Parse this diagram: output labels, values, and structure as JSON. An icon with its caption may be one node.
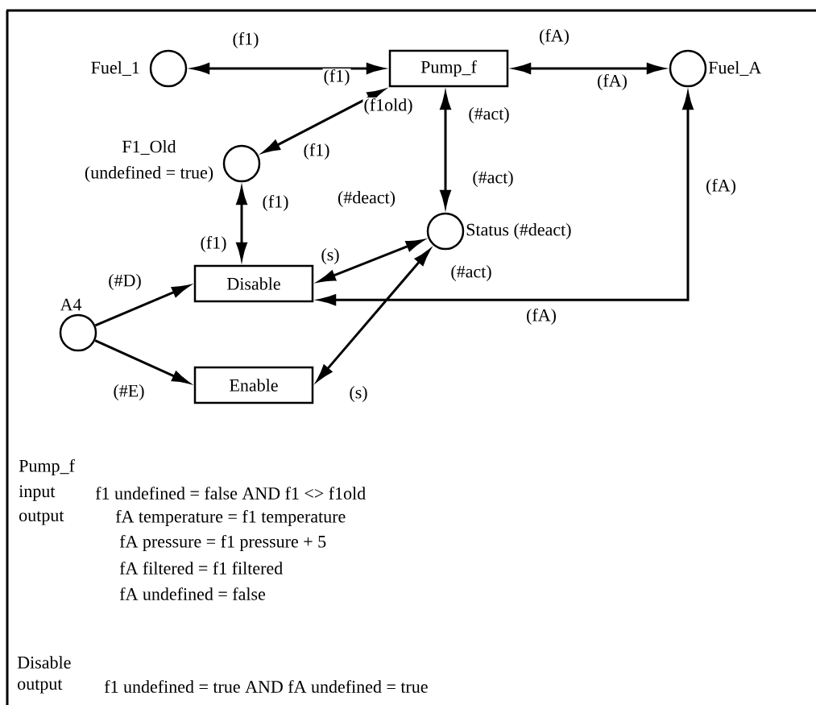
{
  "diagram": {
    "nodes": [
      {
        "text": [],
        "shape": "circle",
        "beside": [
          "Fuel_1"
        ]
      },
      {
        "text": [
          "Pump_f"
        ]
      },
      {
        "text": [],
        "shape": "circle",
        "beside": [
          "Fuel_A"
        ]
      },
      {
        "text": [],
        "shape": "circle",
        "beside": [
          "F1_Old",
          "(undefined = true)"
        ]
      },
      {
        "text": [],
        "shape": "circle",
        "beside": [
          "Status (#deact)"
        ]
      },
      {
        "text": [],
        "shape": "circle",
        "beside": [
          "A4"
        ]
      },
      {
        "text": [
          "Disable"
        ]
      },
      {
        "text": [
          "Enable"
        ]
      }
    ],
    "edges": [
      {
        "from": 0,
        "to": 1,
        "arrow": "both",
        "label": "(f1)"
      },
      {
        "from": 1,
        "to": 2,
        "arrow": "both",
        "label": "(fA)"
      },
      {
        "from": 1,
        "to": 3,
        "arrow": "both",
        "label": "(f1old)"
      },
      {
        "from": 1,
        "to": 4,
        "arrow": "both",
        "label": "(#act)"
      },
      {
        "from": 3,
        "to": 6,
        "arrow": "both",
        "label": "(f1)"
      },
      {
        "from": 6,
        "to": 4,
        "arrow": "both",
        "label": "(#deact)"
      },
      {
        "from": 6,
        "to": 2,
        "arrow": "both",
        "label": "(fA)"
      },
      {
        "from": 5,
        "to": 6,
        "arrow": "to",
        "label": "(#D)"
      },
      {
        "from": 5,
        "to": 7,
        "arrow": "to",
        "label": "(#E)"
      },
      {
        "from": 7,
        "to": 4,
        "arrow": "both",
        "label": "(#act)"
      }
    ],
    "labels": [
      "(f1)",
      "(fA)",
      "(f1)",
      "(#act)",
      "(f1)",
      "(s)",
      "(fA)",
      "(s)",
      "Pump_f",
      "input",
      "f1 undefined = false AND f1 <> f1old",
      "output",
      "fA temperature = f1 temperature",
      "fA pressure = f1 pressure + 5",
      "fA filtered = f1 filtered",
      "fA undefined = false",
      "Disable",
      "output",
      "f1 undefined = true AND fA undefined = true"
    ]
  }
}
